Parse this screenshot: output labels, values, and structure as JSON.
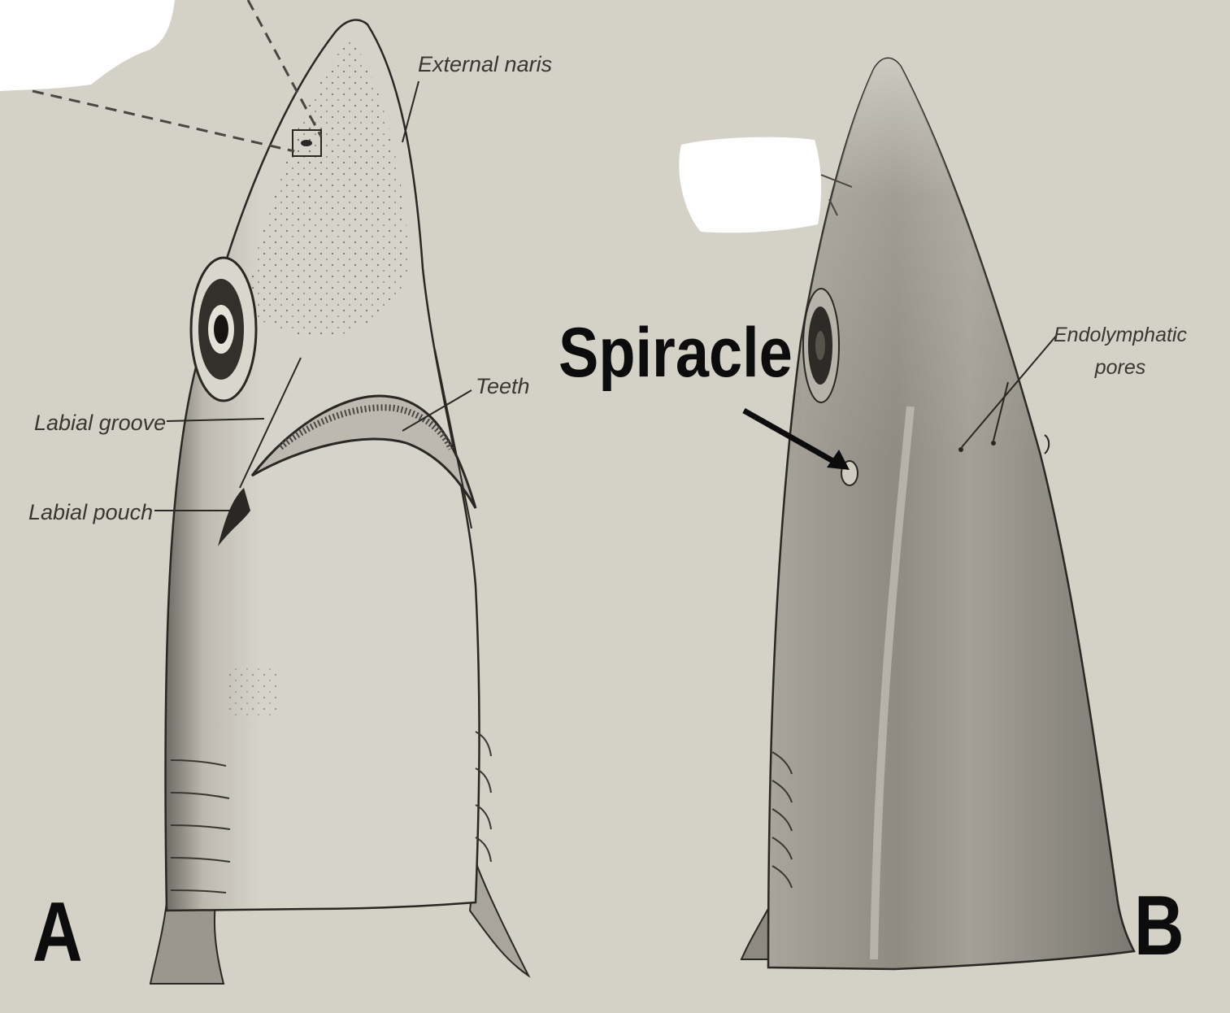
{
  "figure": {
    "panel_a": {
      "letter": "A",
      "labels": {
        "external_naris": "External naris",
        "teeth": "Teeth",
        "labial_groove": "Labial groove",
        "labial_pouch": "Labial pouch"
      }
    },
    "panel_b": {
      "letter": "B",
      "labels": {
        "spiracle": "Spiracle",
        "endolymphatic_pores_line1": "Endolymphatic",
        "endolymphatic_pores_line2": "pores"
      }
    }
  },
  "colors": {
    "background": "#d4d1c7",
    "ink": "#2a2724",
    "label_text": "#3a3733",
    "shading": "#8e8a82",
    "redaction": "#ffffff"
  }
}
